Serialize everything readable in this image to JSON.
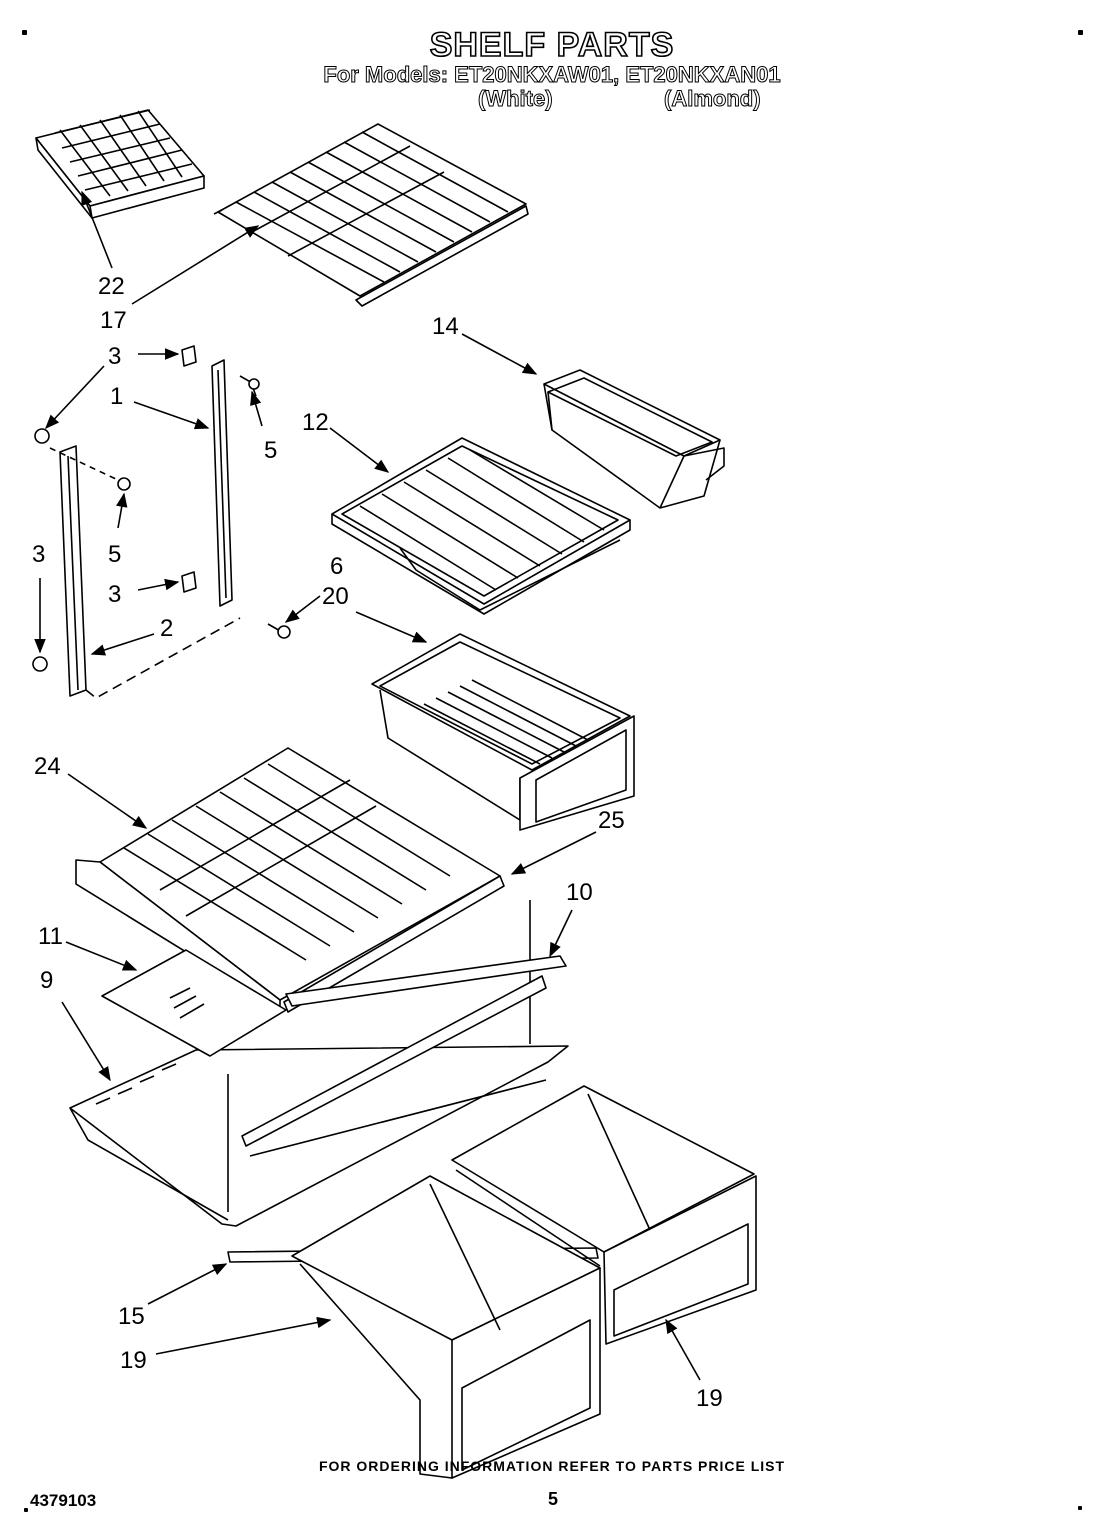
{
  "header": {
    "title": "SHELF PARTS",
    "models_line": "For Models: ET20NKXAW01, ET20NKXAN01",
    "variant_white": "(White)",
    "variant_almond": "(Almond)"
  },
  "callouts": {
    "c22": "22",
    "c17": "17",
    "c14": "14",
    "c3a": "3",
    "c1": "1",
    "c5a": "5",
    "c12": "12",
    "c5b": "5",
    "c3b": "3",
    "c3c": "3",
    "c6": "6",
    "c20": "20",
    "c2": "2",
    "c24": "24",
    "c25": "25",
    "c10": "10",
    "c11": "11",
    "c9": "9",
    "c15": "15",
    "c19a": "19",
    "c19b": "19"
  },
  "footer": {
    "ordering_note": "FOR ORDERING INFORMATION REFER TO PARTS PRICE LIST",
    "doc_number": "4379103",
    "page_number": "5"
  }
}
